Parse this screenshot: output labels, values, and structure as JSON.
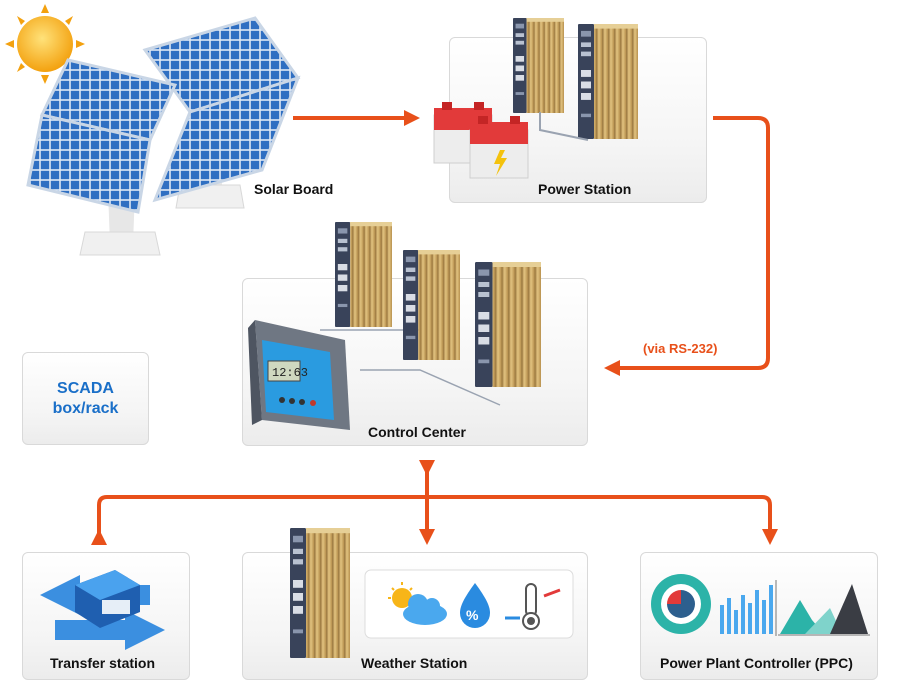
{
  "labels": {
    "solar_board": "Solar Board",
    "power_station": "Power Station",
    "control_center": "Control Center",
    "scada_line1": "SCADA",
    "scada_line2": "box/rack",
    "via_rs232": "(via RS-232)",
    "transfer_station": "Transfer station",
    "weather_station": "Weather Station",
    "ppc": "Power Plant Controller (PPC)",
    "controller_display": "12:63"
  },
  "colors": {
    "arrow": "#e8501a",
    "scada_text": "#1a6fc8",
    "solar_cell": "#2f6fc2",
    "gold_chassis": "#c9a45a",
    "battery_red": "#e23a3a"
  },
  "icons": [
    "sun-icon",
    "solar-panel-icon",
    "battery-icon",
    "industrial-pc-icon",
    "charge-controller-icon",
    "transfer-switch-icon",
    "weather-cloud-sun-icon",
    "humidity-icon",
    "thermometer-icon",
    "pie-chart-icon",
    "bar-chart-icon",
    "area-chart-icon"
  ]
}
